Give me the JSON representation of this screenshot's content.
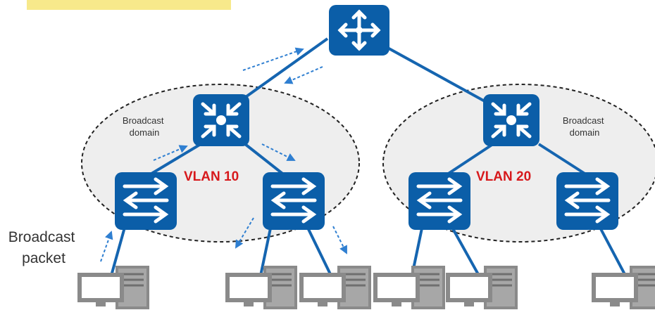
{
  "labels": {
    "broadcast_domain_left": [
      "Broadcast",
      "domain"
    ],
    "broadcast_domain_right": [
      "Broadcast",
      "domain"
    ],
    "vlan_left": "VLAN 10",
    "vlan_right": "VLAN 20",
    "broadcast_packet": [
      "Broadcast",
      "packet"
    ]
  },
  "colors": {
    "device_blue": "#0b5ea8",
    "link_blue": "#1565b0",
    "arrow_blue": "#2f7fd1",
    "vlan_red": "#d7191c",
    "highlight_yellow": "#f7e98b",
    "pc_gray": "#8a8a8a"
  },
  "icons": {
    "router": "router-icon",
    "l3_switch": "layer3-switch-icon",
    "l2_switch": "layer2-switch-icon",
    "pc": "pc-icon"
  }
}
